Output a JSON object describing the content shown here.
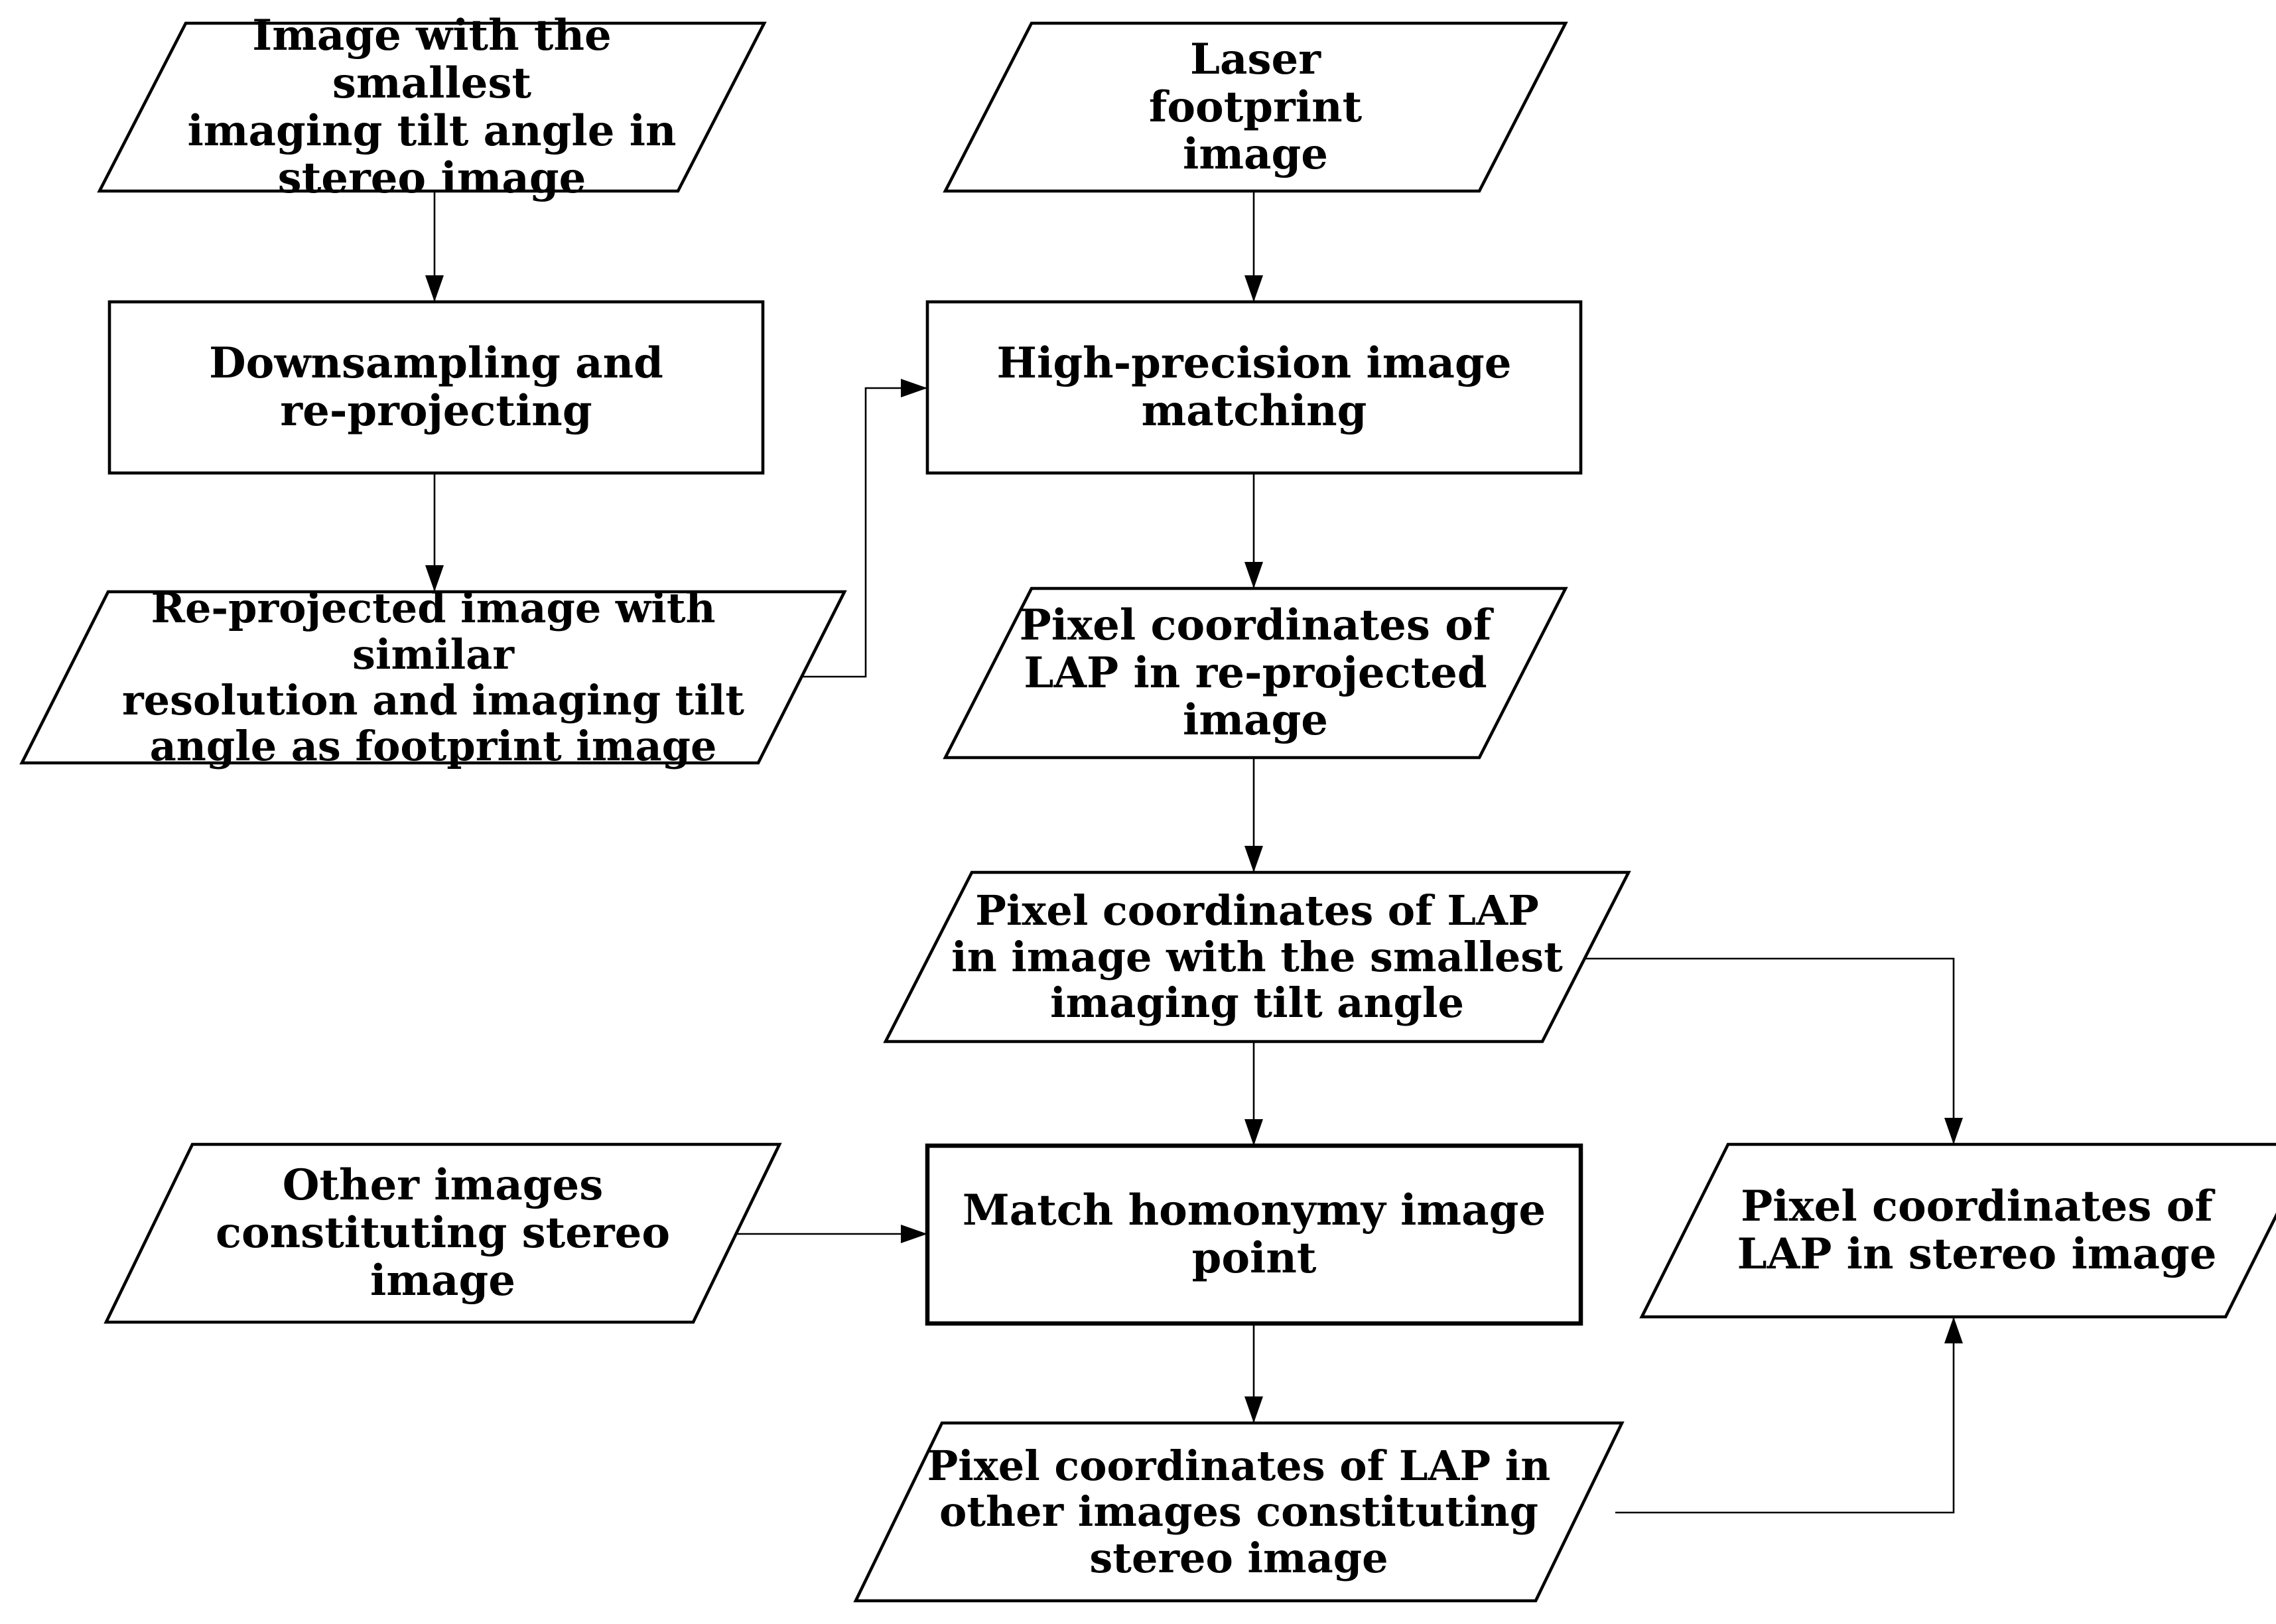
{
  "diagram": {
    "type": "flowchart",
    "nodes": [
      {
        "id": "n1",
        "shape": "parallelogram",
        "label": "Image with the smallest\nimaging tilt angle in\nstereo image"
      },
      {
        "id": "n2",
        "shape": "parallelogram",
        "label": "Laser\nfootprint\nimage"
      },
      {
        "id": "n3",
        "shape": "rectangle",
        "label": "Downsampling and\nre-projecting"
      },
      {
        "id": "n4",
        "shape": "rectangle",
        "label": "High-precision image\nmatching"
      },
      {
        "id": "n5",
        "shape": "parallelogram",
        "label": "Re-projected image with similar\nresolution and imaging tilt\nangle as footprint image"
      },
      {
        "id": "n6",
        "shape": "parallelogram",
        "label": "Pixel coordinates of\nLAP in re-projected\nimage"
      },
      {
        "id": "n7",
        "shape": "parallelogram",
        "label": "Pixel coordinates of LAP\nin image with the smallest\nimaging tilt angle"
      },
      {
        "id": "n8",
        "shape": "parallelogram",
        "label": "Other images\nconstituting stereo\nimage"
      },
      {
        "id": "n9",
        "shape": "rectangle",
        "label": "Match homonymy image\npoint"
      },
      {
        "id": "n10",
        "shape": "parallelogram",
        "label": "Pixel coordinates of\nLAP in stereo image"
      },
      {
        "id": "n11",
        "shape": "parallelogram",
        "label": "Pixel coordinates of LAP in\nother images constituting\nstereo image"
      }
    ],
    "edges": [
      {
        "from": "n1",
        "to": "n3"
      },
      {
        "from": "n3",
        "to": "n5"
      },
      {
        "from": "n5",
        "to": "n4"
      },
      {
        "from": "n2",
        "to": "n4"
      },
      {
        "from": "n4",
        "to": "n6"
      },
      {
        "from": "n6",
        "to": "n7"
      },
      {
        "from": "n7",
        "to": "n9"
      },
      {
        "from": "n7",
        "to": "n10"
      },
      {
        "from": "n8",
        "to": "n9"
      },
      {
        "from": "n9",
        "to": "n11"
      },
      {
        "from": "n11",
        "to": "n10"
      }
    ]
  }
}
